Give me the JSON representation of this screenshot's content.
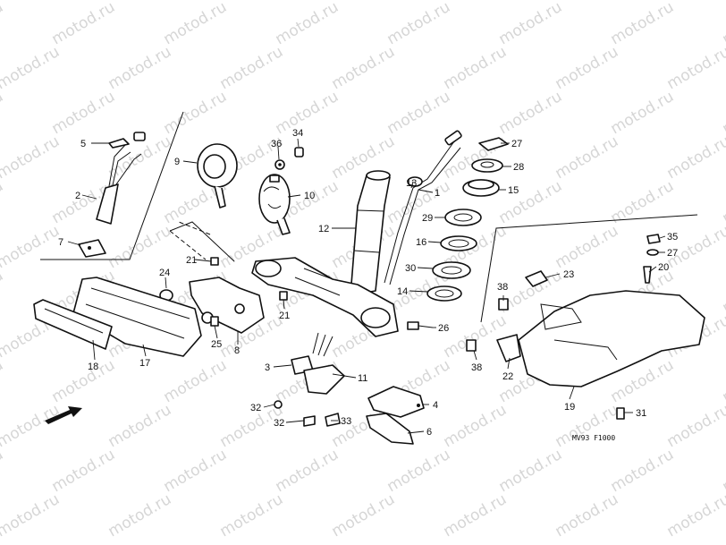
{
  "watermark": "motod.ru",
  "diagram_code": "MV93 F1000",
  "callouts": {
    "c1": "1",
    "c2": "2",
    "c3": "3",
    "c4": "4",
    "c5": "5",
    "c6": "6",
    "c7": "7",
    "c8": "8",
    "c9": "9",
    "c10": "10",
    "c11": "11",
    "c12": "12",
    "c13": "13",
    "c14": "14",
    "c15": "15",
    "c16": "16",
    "c17": "17",
    "c18": "18",
    "c19": "19",
    "c20": "20",
    "c21a": "21",
    "c21b": "21",
    "c22": "22",
    "c23": "23",
    "c24": "24",
    "c25": "25",
    "c26": "26",
    "c27a": "27",
    "c27b": "27",
    "c28": "28",
    "c29": "29",
    "c30": "30",
    "c31": "31",
    "c32a": "32",
    "c32b": "32",
    "c33": "33",
    "c34": "34",
    "c35": "35",
    "c36": "36",
    "c38a": "38",
    "c38b": "38"
  }
}
